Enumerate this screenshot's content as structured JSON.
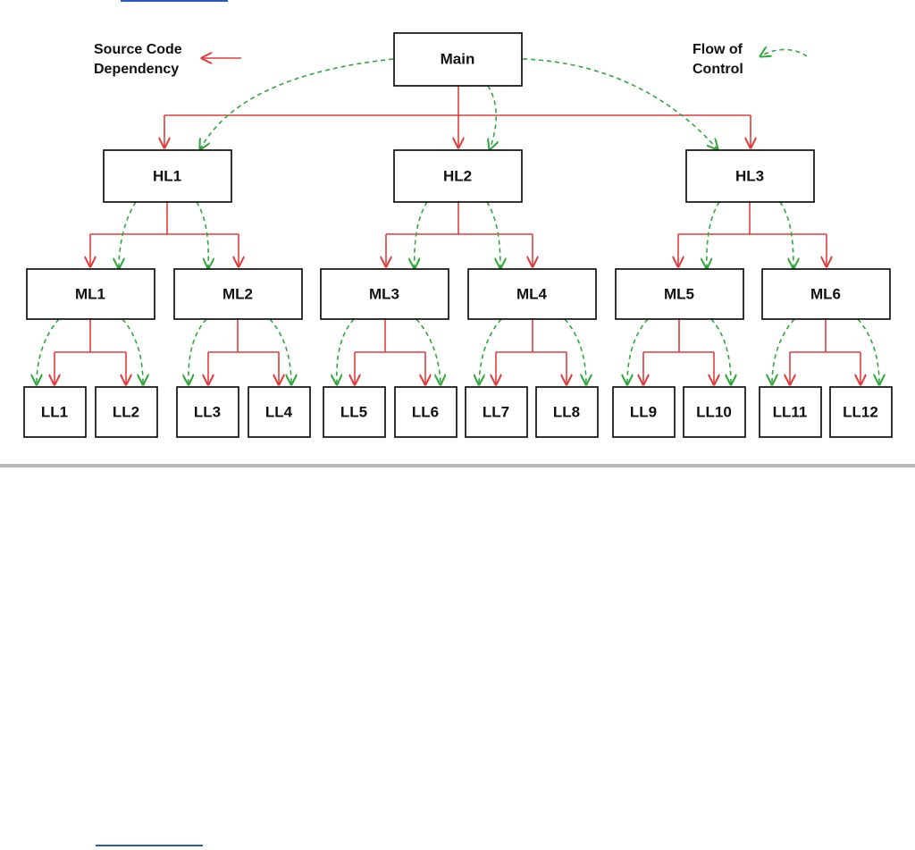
{
  "diagram": {
    "legend": {
      "dependency_line1": "Source Code",
      "dependency_line2": "Dependency",
      "flow_line1": "Flow of",
      "flow_line2": "Control"
    },
    "nodes": {
      "main": "Main",
      "hl1": "HL1",
      "hl2": "HL2",
      "hl3": "HL3",
      "ml1": "ML1",
      "ml2": "ML2",
      "ml3": "ML3",
      "ml4": "ML4",
      "ml5": "ML5",
      "ml6": "ML6",
      "ll1": "LL1",
      "ll2": "LL2",
      "ll3": "LL3",
      "ll4": "LL4",
      "ll5": "LL5",
      "ll6": "LL6",
      "ll7": "LL7",
      "ll8": "LL8",
      "ll9": "LL9",
      "ll10": "LL10",
      "ll11": "LL11",
      "ll12": "LL12"
    },
    "colors": {
      "dependency": "#e23c3c",
      "flow": "#2ea83a",
      "link": "#2b59c3"
    }
  }
}
